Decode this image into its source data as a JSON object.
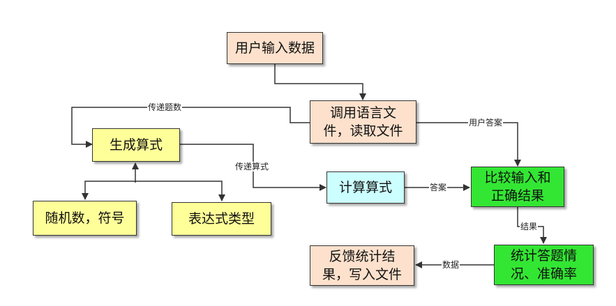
{
  "colors": {
    "peach": "#fde1cc",
    "yellow": "#ffff99",
    "cyan": "#ccffff",
    "green": "#33e633",
    "line": "#333333"
  },
  "nodes": {
    "user_input": "用户输入数据",
    "call_lang": "调用语言文\n件，读取文件",
    "gen_formula": "生成算式",
    "calc_formula": "计算算式",
    "compare": "比较输入和\n正确结果",
    "random": "随机数，符号",
    "expr_type": "表达式类型",
    "feedback": "反馈统计结\n果，写入文件",
    "stats": "统计答题情\n况、准确率"
  },
  "edges": {
    "pass_count": "传递题数",
    "user_answer": "用户答案",
    "pass_formula": "传递算式",
    "answer": "答案",
    "result": "结果",
    "data": "数据"
  }
}
